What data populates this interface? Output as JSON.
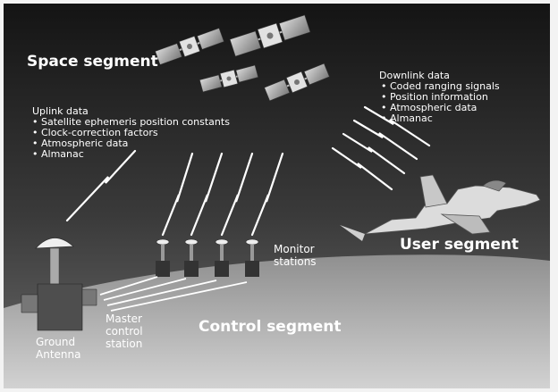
{
  "segments": {
    "space": "Space segment",
    "user": "User segment",
    "control": "Control segment"
  },
  "uplink": {
    "title": "Uplink data",
    "items": [
      "• Satellite ephemeris position constants",
      "• Clock-correction factors",
      "• Atmospheric data",
      "• Almanac"
    ]
  },
  "downlink": {
    "title": "Downlink data",
    "items": [
      "• Coded ranging signals",
      "• Position information",
      "• Atmospheric data",
      "• Almanac"
    ]
  },
  "stations": {
    "monitor_line1": "Monitor",
    "monitor_line2": "stations",
    "master_line1": "Master",
    "master_line2": "control",
    "master_line3": "station",
    "ground_line1": "Ground",
    "ground_line2": "Antenna"
  },
  "colors": {
    "sky_top": "#151515",
    "sky_bottom": "#5f5f5f",
    "ground_top": "#9a9a9a",
    "ground_bottom": "#cfcfcf",
    "signal": "#ffffff",
    "outer": "#f3f3f3"
  }
}
